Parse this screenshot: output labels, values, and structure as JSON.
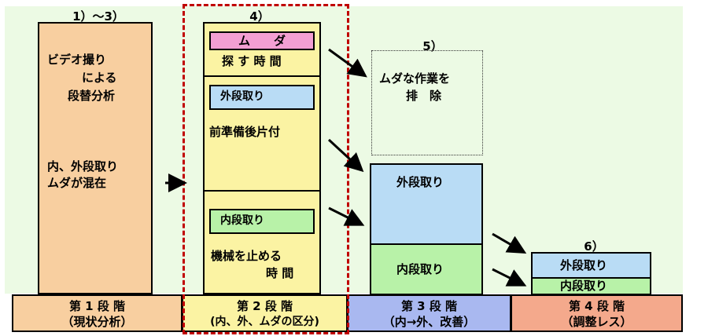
{
  "labels": {
    "stage1_num": "1）～3）",
    "stage2_num": "4）",
    "stage3_num": "5）",
    "stage4_num": "6）"
  },
  "col1": {
    "line1": "ビデオ撮り",
    "line2": "による",
    "line3": "段替分析",
    "line4": "内、外段取り",
    "line5": "ムダが混在"
  },
  "col2": {
    "muda": "ム　　ダ",
    "search_time": "探 す 時 間",
    "external": "外段取り",
    "prep": "前準備後片付",
    "internal": "内段取り",
    "stop1": "機械を止める",
    "stop2": "時 間"
  },
  "col3": {
    "eliminate1": "ムダな作業を",
    "eliminate2": "排　除",
    "external": "外段取り",
    "internal": "内段取り"
  },
  "col4": {
    "external": "外段取り",
    "internal": "内段取り"
  },
  "footer": {
    "s1_title": "第 1 段 階",
    "s1_sub": "（現状分析）",
    "s2_title": "第 2 段 階",
    "s2_sub": "(内、外、ムダの区分)",
    "s3_title": "第 3 段 階",
    "s3_sub": "（内→外、改善）",
    "s4_title": "第 4 段 階",
    "s4_sub": "（調整レス）"
  },
  "colors": {
    "stage1": "#f8cfa0",
    "stage2": "#fbf3a3",
    "stage3": "#a9b8f0",
    "stage4": "#f4a98c",
    "external_blue": "#b9dcf5",
    "internal_green": "#b8f2a8",
    "muda_pink": "#f39fd3",
    "background": "#ecfae4",
    "dash_red": "#c00000"
  }
}
